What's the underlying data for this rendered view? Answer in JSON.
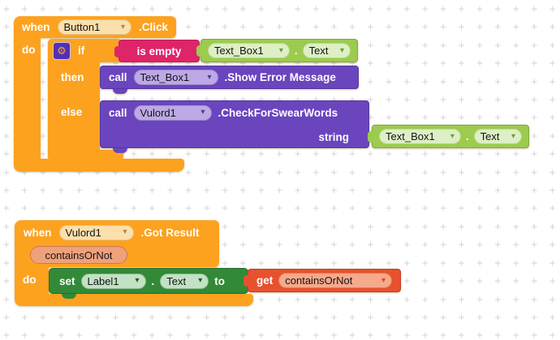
{
  "icons": {
    "caret": "▾",
    "gear": "⚙"
  },
  "palette": {
    "block_orange": "#FCA21F",
    "block_magenta": "#DF2468",
    "block_light_green": "#9CCB4E",
    "block_purple": "#6A45BE",
    "block_dark_green": "#328937",
    "block_red_orange": "#E8512D",
    "param_badge_salmon": "#EFA17B",
    "grid_cross": "#D8D8D8"
  },
  "stack1": {
    "when": "when",
    "component": "Button1",
    "event": ".Click",
    "do": "do",
    "if": "if",
    "then": "then",
    "else": "else",
    "is_empty": "is empty",
    "arg_if": {
      "component": "Text_Box1",
      "dot": ".",
      "prop": "Text"
    },
    "call_then": {
      "call": "call",
      "component": "Text_Box1",
      "method": ".Show Error Message"
    },
    "call_else": {
      "call": "call",
      "component": "Vulord1",
      "method": ".CheckForSwearWords",
      "param": "string"
    },
    "arg_string": {
      "component": "Text_Box1",
      "dot": ".",
      "prop": "Text"
    }
  },
  "stack2": {
    "when": "when",
    "component": "Vulord1",
    "event": ".Got Result",
    "param": "containsOrNot",
    "do": "do",
    "set": {
      "set": "set",
      "component": "Label1",
      "dot": ".",
      "prop": "Text",
      "to": "to"
    },
    "get": {
      "get": "get",
      "var": "containsOrNot"
    }
  }
}
